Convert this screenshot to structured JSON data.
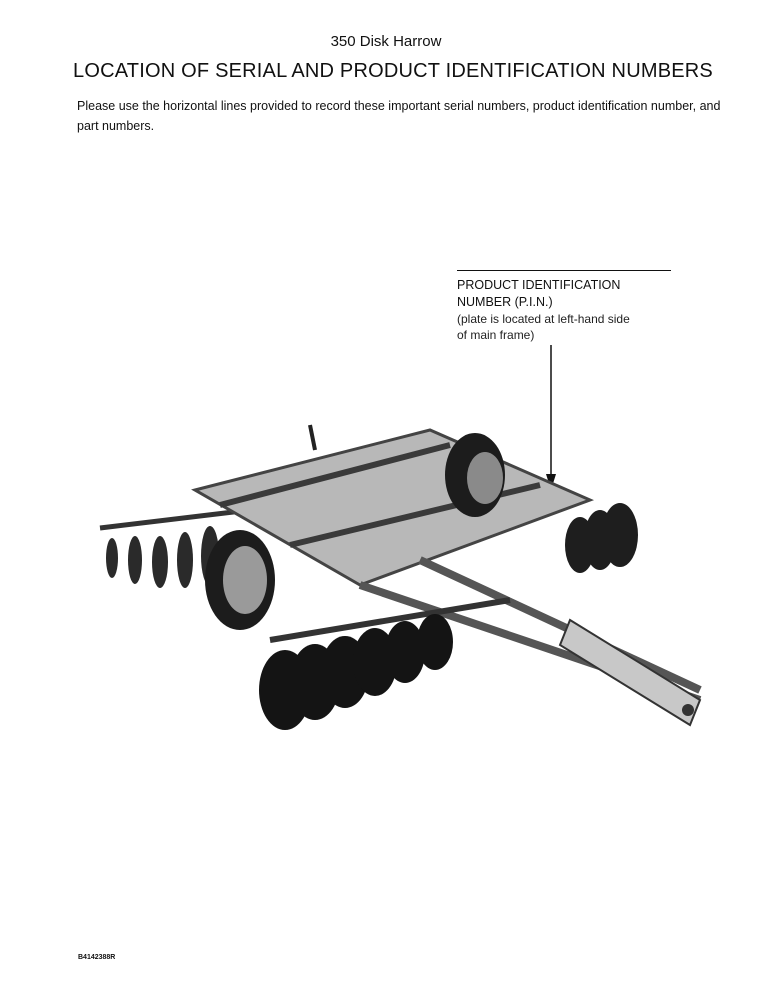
{
  "header": {
    "model": "350 Disk Harrow",
    "title": "LOCATION OF SERIAL AND PRODUCT IDENTIFICATION NUMBERS"
  },
  "intro": "Please use the horizontal lines provided to record these important serial numbers, product identification number, and part numbers.",
  "callout": {
    "label_line1": "PRODUCT IDENTIFICATION",
    "label_line2": "NUMBER (P.I.N.)",
    "note_line1": "(plate is located at left-hand side",
    "note_line2": "of main frame)"
  },
  "illustration": {
    "subject": "disk-harrow-illustration"
  },
  "footer": {
    "code": "B4142388R"
  }
}
